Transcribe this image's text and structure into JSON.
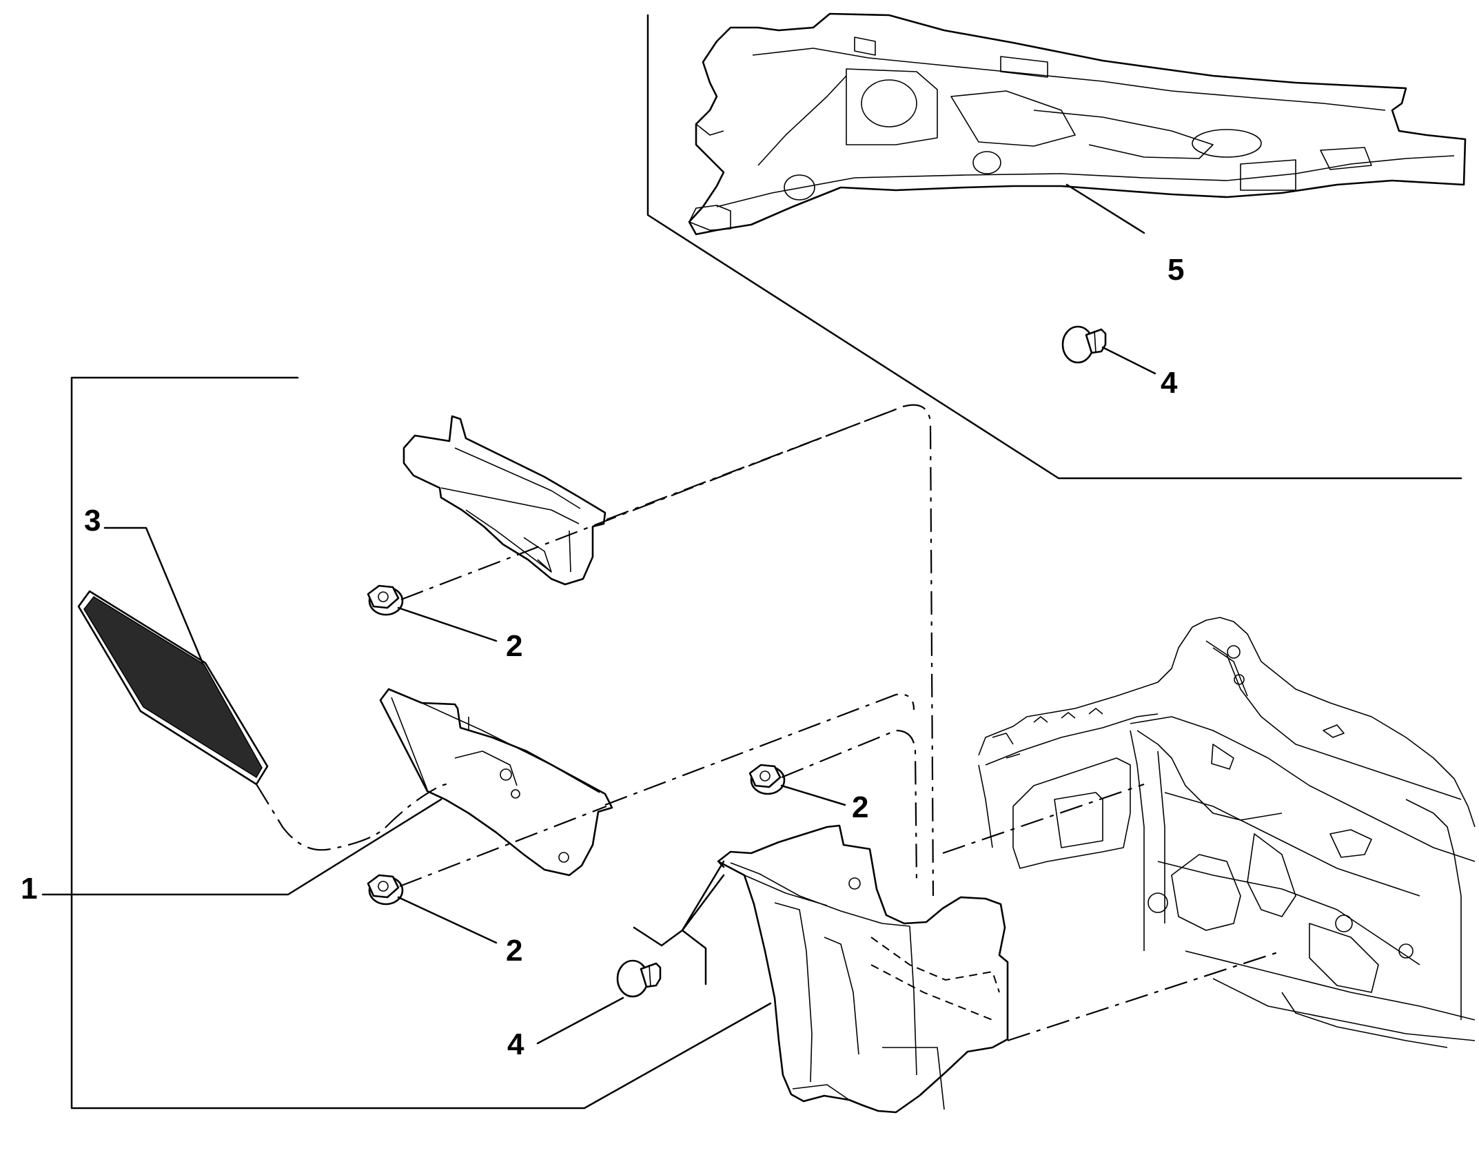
{
  "callouts": [
    {
      "id": "1",
      "label": "1"
    },
    {
      "id": "2a",
      "label": "2"
    },
    {
      "id": "2b",
      "label": "2"
    },
    {
      "id": "2c",
      "label": "2"
    },
    {
      "id": "3",
      "label": "3"
    },
    {
      "id": "4a",
      "label": "4"
    },
    {
      "id": "4b",
      "label": "4"
    },
    {
      "id": "5",
      "label": "5"
    }
  ]
}
